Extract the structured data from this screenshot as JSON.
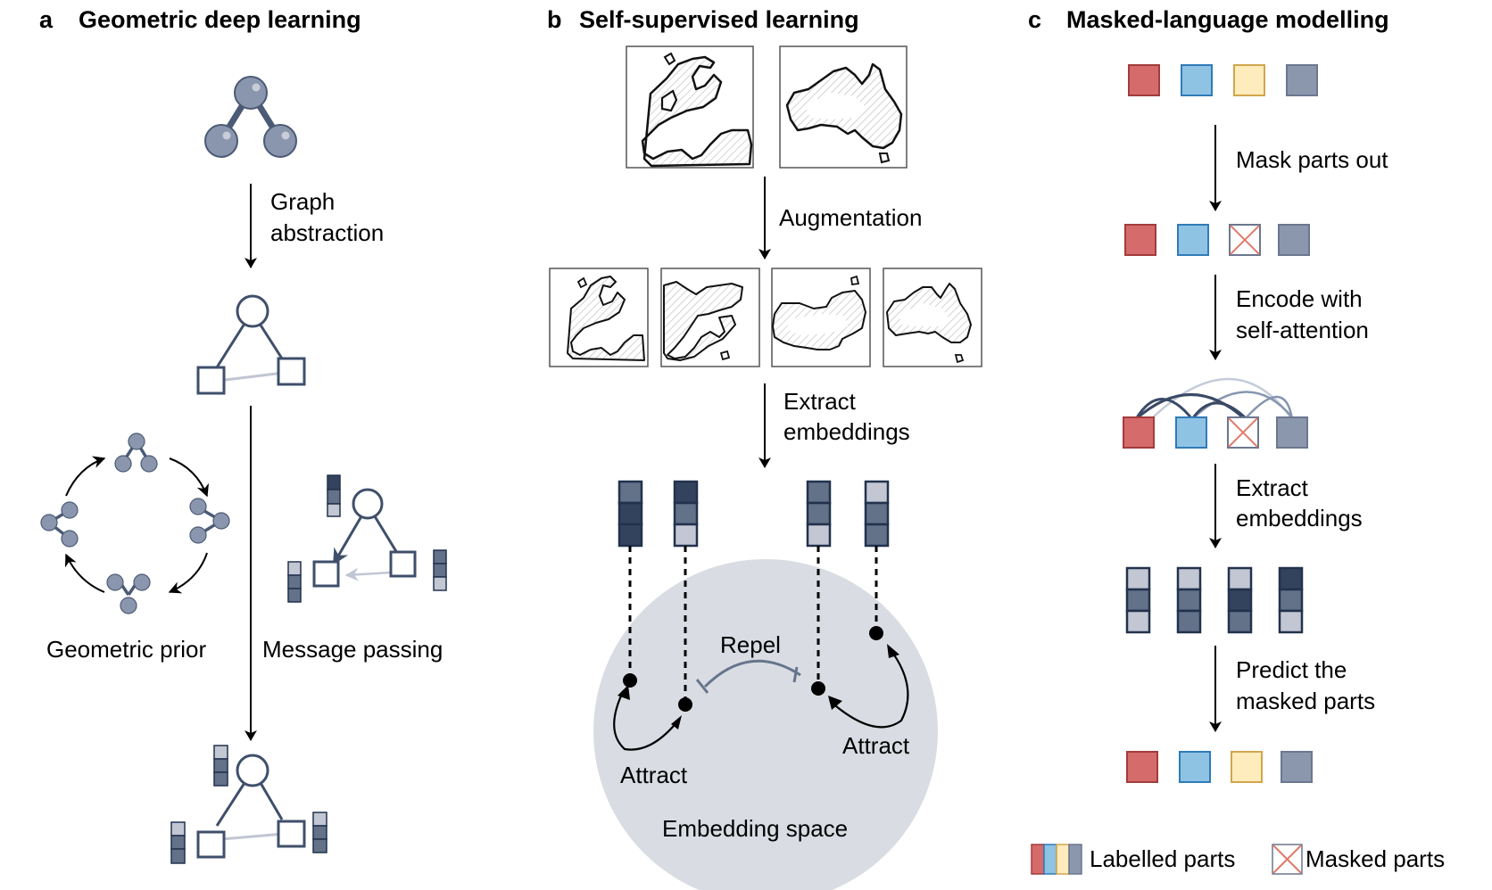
{
  "colors": {
    "node_fill": "#8a96ad",
    "node_stroke": "#4b5a75",
    "node_highlight": "#c8cdd8",
    "graph_stroke": "#3f4f6b",
    "graph_light_edge": "#c0c6d3",
    "emb_dark": "#33435e",
    "emb_mid": "#637189",
    "emb_light": "#c2c7d3",
    "emb_border": "#22324d",
    "embedding_space": "#d9dde3",
    "repel_color": "#66758c",
    "token_red": "#d56b6a",
    "token_red_border": "#a33c3c",
    "token_blue": "#8fc3e4",
    "token_blue_border": "#2f7bb8",
    "token_yellow": "#feecbd",
    "token_yellow_border": "#d2a54c",
    "token_gray": "#8b97ad",
    "token_gray_border": "#6b778e",
    "mask_cross": "#e07b6b",
    "attn_dark": "#3a4a66",
    "attn_mid": "#8796b0",
    "attn_light": "#c4cbd9"
  },
  "panel_a": {
    "letter": "a",
    "title": "Geometric deep learning",
    "step1_line1": "Graph",
    "step1_line2": "abstraction",
    "left_label": "Geometric prior",
    "right_label": "Message passing"
  },
  "panel_b": {
    "letter": "b",
    "title": "Self-supervised learning",
    "originals": [
      "europe-map-icon",
      "australia-map-icon"
    ],
    "augmentation_label": "Augmentation",
    "augmented": [
      "europe-map-icon",
      "europe-map-icon",
      "australia-map-icon",
      "australia-map-icon"
    ],
    "extract_line1": "Extract",
    "extract_line2": "embeddings",
    "embeddings": [
      [
        "mid",
        "dark",
        "dark"
      ],
      [
        "dark",
        "mid",
        "light"
      ],
      [
        "mid",
        "mid",
        "light"
      ],
      [
        "light",
        "mid",
        "mid"
      ]
    ],
    "repel_label": "Repel",
    "attract_label_left": "Attract",
    "attract_label_right": "Attract",
    "space_label": "Embedding space"
  },
  "panel_c": {
    "letter": "c",
    "title": "Masked-language modelling",
    "tokens_input": [
      "red",
      "blue",
      "yellow",
      "gray"
    ],
    "step1_label": "Mask parts out",
    "tokens_masked": [
      "red",
      "blue",
      "masked",
      "gray"
    ],
    "step2_line1": "Encode with",
    "step2_line2": "self-attention",
    "step3_line1": "Extract",
    "step3_line2": "embeddings",
    "embeddings": [
      [
        "light",
        "mid",
        "light"
      ],
      [
        "light",
        "mid",
        "mid"
      ],
      [
        "light",
        "dark",
        "mid"
      ],
      [
        "dark",
        "mid",
        "light"
      ]
    ],
    "step4_line1": "Predict the",
    "step4_line2": "masked parts",
    "tokens_output": [
      "red",
      "blue",
      "yellow",
      "gray"
    ],
    "legend_labelled": "Labelled parts",
    "legend_masked": "Masked parts"
  }
}
